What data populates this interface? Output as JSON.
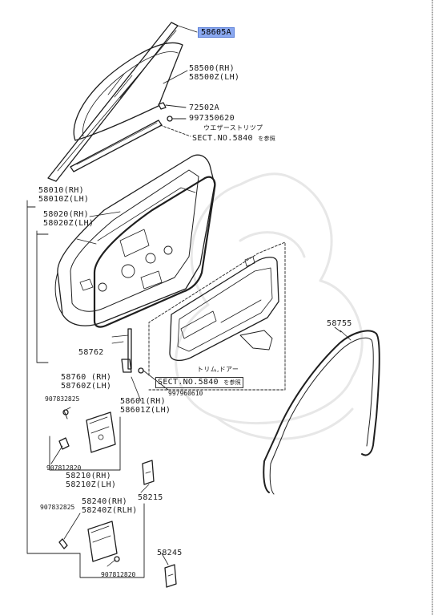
{
  "parts": {
    "p58605A": "58605A",
    "p58500": [
      "58500(RH)",
      "58500Z(LH)"
    ],
    "p72502A": "72502A",
    "p997350620": "997350620",
    "weatherstrip_note": "ウエザーストリツプ",
    "sect_upper": "SECT.NO.5840",
    "sect_upper_ref": "を参照",
    "p58010": [
      "58010(RH)",
      "58010Z(LH)"
    ],
    "p58020": [
      "58020(RH)",
      "58020Z(LH)"
    ],
    "p58762": "58762",
    "p58760": [
      "58760  (RH)",
      "58760Z(LH)"
    ],
    "trim_note": "トリム,ドアー",
    "sect_lower": "SECT.NO.5840",
    "sect_lower_ref": "を参照",
    "p997960610": "997960610",
    "p58601": [
      "58601(RH)",
      "58601Z(LH)"
    ],
    "p907832825_top": "907832825",
    "p907812820_mid": "907812820",
    "p58210": [
      "58210(RH)",
      "58210Z(LH)"
    ],
    "p58215": "58215",
    "p907832825_bot": "907832825",
    "p58240": [
      "58240(RH)",
      "58240Z(RLH)"
    ],
    "p58245": "58245",
    "p907812820_bot": "907812820",
    "p58755": "58755"
  },
  "colors": {
    "highlight": "#8aa8f0",
    "ink": "#1a1a1a"
  }
}
